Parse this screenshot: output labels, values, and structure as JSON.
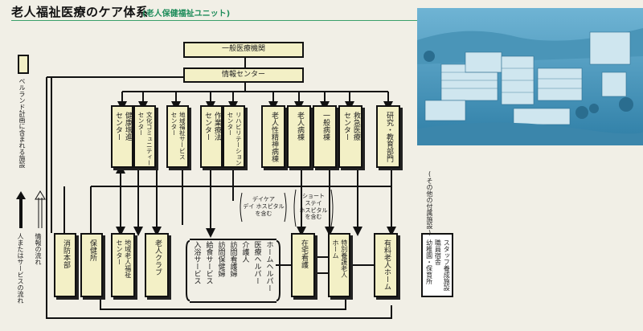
{
  "header": {
    "title": "老人福祉医療のケア体系",
    "subtitle": "(老人保健福祉ユニット)"
  },
  "top_nodes": {
    "general_medical": "一般医療機関",
    "info_center": "情報センター"
  },
  "upper_row": [
    {
      "key": "health",
      "lines": [
        "健康増進",
        "センター"
      ]
    },
    {
      "key": "culture",
      "lines": [
        "文化コミュニティー",
        "センター"
      ]
    },
    {
      "key": "regional_welfare",
      "lines": [
        "地域福祉サービス",
        "センター"
      ]
    },
    {
      "key": "occupational",
      "lines": [
        "作業療法",
        "センター"
      ]
    },
    {
      "key": "rehab",
      "lines": [
        "リハビリテーション",
        "センター"
      ]
    },
    {
      "key": "dementia",
      "lines": [
        "老人性精神病棟"
      ]
    },
    {
      "key": "elderly_ward",
      "lines": [
        "老人病棟"
      ]
    },
    {
      "key": "general_ward",
      "lines": [
        "一般病棟"
      ]
    },
    {
      "key": "emergency",
      "lines": [
        "救急医療",
        "センター"
      ]
    },
    {
      "key": "research",
      "lines": [
        "研究・教育部門"
      ]
    }
  ],
  "lower_row": [
    {
      "key": "fire",
      "lines": [
        "消防本部"
      ]
    },
    {
      "key": "health_center",
      "lines": [
        "保健所"
      ]
    },
    {
      "key": "regional_elderly",
      "lines": [
        "地域老人福祉",
        "センター"
      ]
    },
    {
      "key": "elderly_club",
      "lines": [
        "老人クラブ"
      ]
    },
    {
      "key": "home_care",
      "lines": [
        "在宅看護"
      ]
    },
    {
      "key": "nursing_home",
      "lines": [
        "特別養護老人",
        "ホーム"
      ]
    },
    {
      "key": "paid_home",
      "lines": [
        "有料老人ホーム"
      ]
    },
    {
      "key": "staff_training",
      "lines": [
        "スタッフ養成施設",
        "職員宿舎",
        "幼稚園・保育所"
      ]
    }
  ],
  "annotations": {
    "daycare_lines": [
      "デイケア",
      "デイ ホスピタル",
      "を含む"
    ],
    "short_stay_lines": [
      "ショート",
      "ステイ",
      "ホスピタル",
      "を含む"
    ],
    "other_facilities": "(その他の付属施設)"
  },
  "home_services": [
    "ホームヘルパー",
    "医療ヘルパー",
    "介護人",
    "訪問看護婦",
    "訪問保健婦",
    "給食サービス",
    "入浴サービス"
  ],
  "legend": {
    "box_label": "ベルランド計画に含まれる施設",
    "solid_arrow_label": "人またはサービスの流れ",
    "outline_arrow_label": "情報の流れ"
  },
  "colors": {
    "facility_fill": "#f3f0c6",
    "title_green": "#1e8c5a",
    "photo_tint": "#3f8fb4"
  }
}
